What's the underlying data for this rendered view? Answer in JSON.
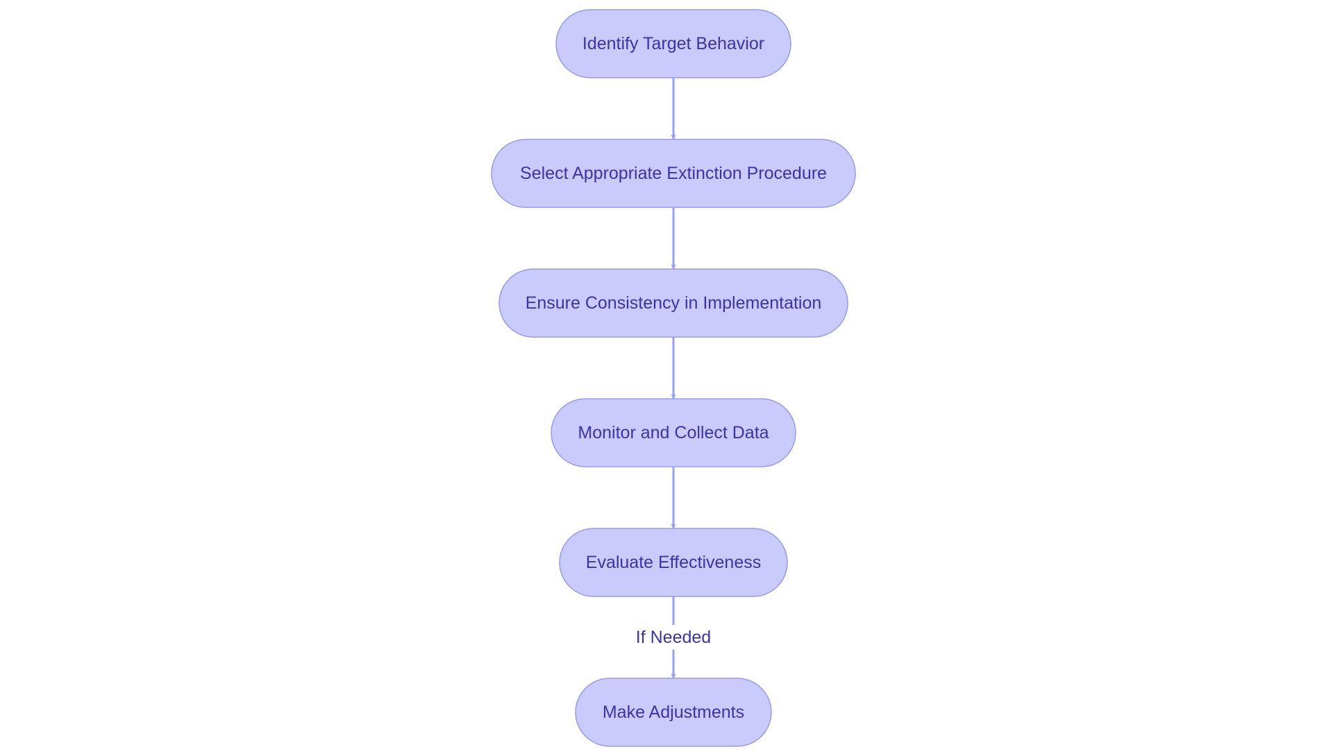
{
  "colors": {
    "node_fill": "#cacbfd",
    "node_stroke": "#9999e6",
    "edge": "#9b9ded",
    "text": "#3a35a7",
    "background": "#ffffff"
  },
  "nodes": [
    {
      "id": "identify",
      "label": "Identify Target Behavior"
    },
    {
      "id": "select",
      "label": "Select Appropriate Extinction Procedure"
    },
    {
      "id": "ensure",
      "label": "Ensure Consistency in Implementation"
    },
    {
      "id": "monitor",
      "label": "Monitor and Collect Data"
    },
    {
      "id": "evaluate",
      "label": "Evaluate Effectiveness"
    },
    {
      "id": "adjust",
      "label": "Make Adjustments"
    }
  ],
  "edges": [
    {
      "from": "identify",
      "to": "select",
      "label": ""
    },
    {
      "from": "select",
      "to": "ensure",
      "label": ""
    },
    {
      "from": "ensure",
      "to": "monitor",
      "label": ""
    },
    {
      "from": "monitor",
      "to": "evaluate",
      "label": ""
    },
    {
      "from": "evaluate",
      "to": "adjust",
      "label": "If Needed"
    }
  ]
}
